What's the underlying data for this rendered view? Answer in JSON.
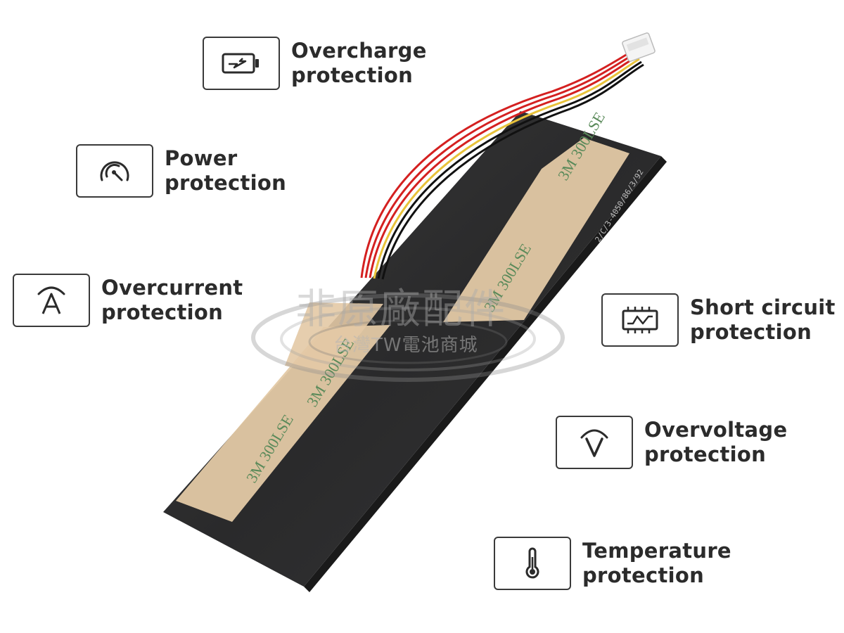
{
  "features": [
    {
      "id": "overcharge",
      "icon": "battery-charge-icon",
      "line1": "Overcharge",
      "line2": "protection"
    },
    {
      "id": "power",
      "icon": "gauge-icon",
      "line1": "Power",
      "line2": "protection"
    },
    {
      "id": "overcurrent",
      "icon": "ampere-icon",
      "line1": "Overcurrent",
      "line2": "protection"
    },
    {
      "id": "short-circuit",
      "icon": "circuit-board-icon",
      "line1": "Short circuit",
      "line2": "protection"
    },
    {
      "id": "overvoltage",
      "icon": "voltage-icon",
      "line1": "Overvoltage",
      "line2": "protection"
    },
    {
      "id": "temperature",
      "icon": "thermometer-icon",
      "line1": "Temperature",
      "line2": "protection"
    }
  ],
  "product": {
    "tape_text": "3M 300LSE",
    "side_print": "2/C/3-4050/86/3/92"
  },
  "watermark": {
    "main": "非原廠配件",
    "sub": "台灣TW電池商城"
  },
  "colors": {
    "battery_body": "#2f2f30",
    "tape": "#e3c9a5",
    "wire_red": "#d42020",
    "wire_yellow": "#e8c23a",
    "wire_black": "#111111",
    "icon_stroke": "#2b2b2b"
  }
}
